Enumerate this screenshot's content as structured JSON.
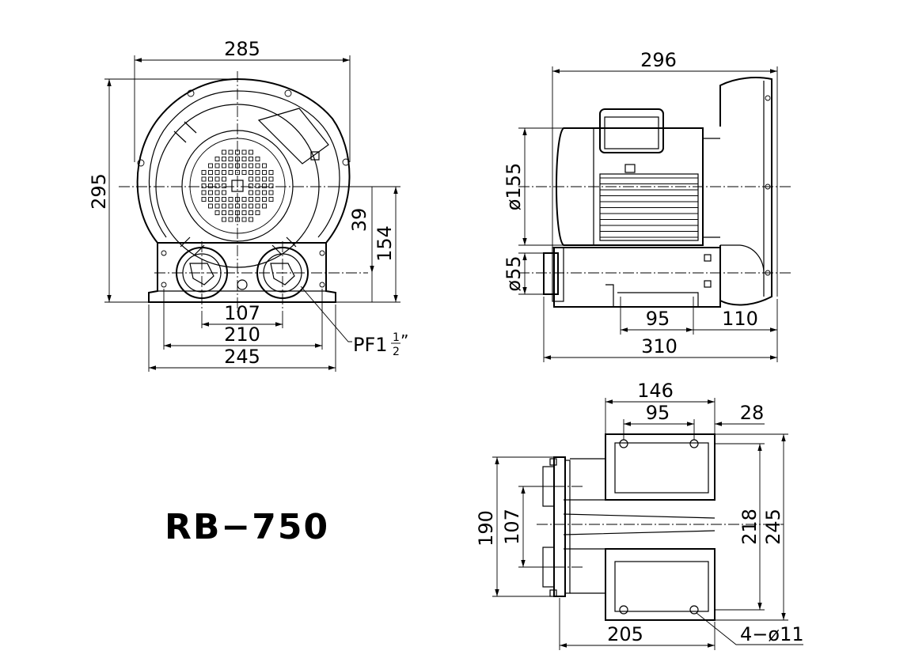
{
  "model": "RB−750",
  "front_view": {
    "width_285": "285",
    "height_295": "295",
    "dim_39": "39",
    "dim_154": "154",
    "dim_107": "107",
    "dim_210": "210",
    "dim_245": "245",
    "port_label": "PF1",
    "port_frac_num": "1",
    "port_frac_den": "2",
    "port_quote": "”"
  },
  "side_view": {
    "length_296": "296",
    "dia_155": "ø155",
    "dia_55": "ø55",
    "dim_95": "95",
    "dim_110": "110",
    "dim_310": "310"
  },
  "bottom_view": {
    "dim_146": "146",
    "dim_95": "95",
    "dim_28": "28",
    "dim_190": "190",
    "dim_107": "107",
    "dim_218": "218",
    "dim_245": "245",
    "dim_205": "205",
    "holes": "4−ø11"
  }
}
